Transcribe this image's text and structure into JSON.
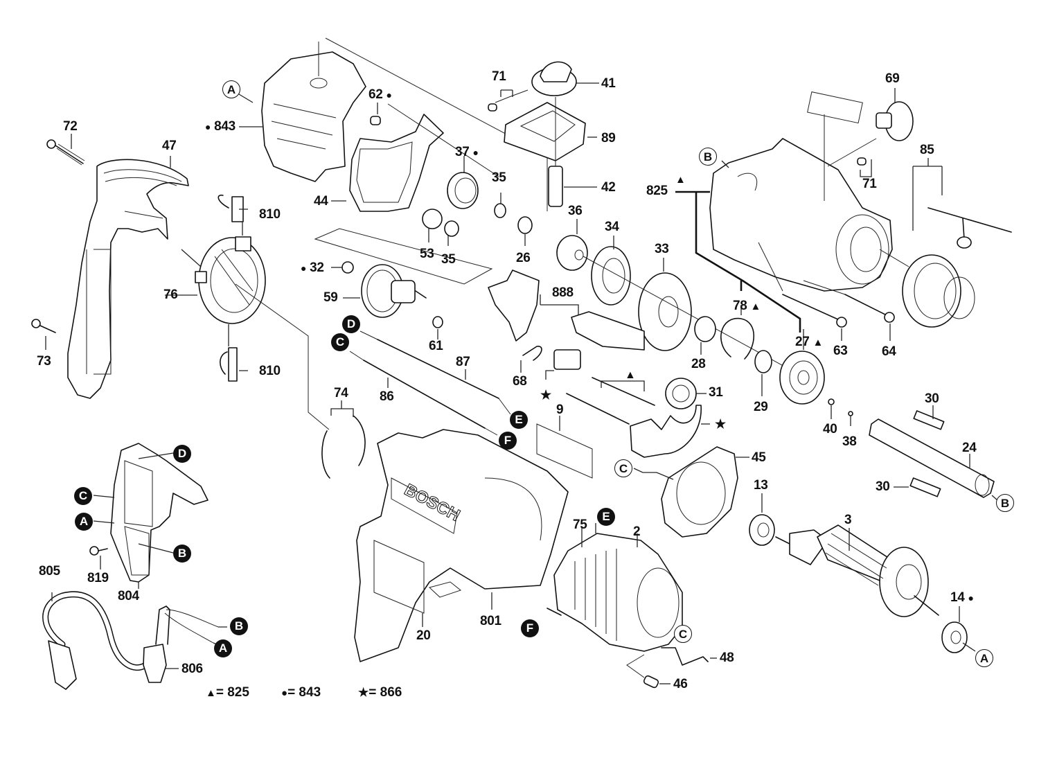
{
  "diagram": {
    "title": "Exploded parts diagram – Bosch impact drill",
    "brand_mark": "BOSCH",
    "part_labels": [
      {
        "id": "p72",
        "text": "72"
      },
      {
        "id": "p47",
        "text": "47"
      },
      {
        "id": "p73",
        "text": "73"
      },
      {
        "id": "p843",
        "text": "843",
        "marker": "circle"
      },
      {
        "id": "p810a",
        "text": "810"
      },
      {
        "id": "p76",
        "text": "76"
      },
      {
        "id": "p810b",
        "text": "810"
      },
      {
        "id": "p62",
        "text": "62",
        "marker": "circle"
      },
      {
        "id": "p44",
        "text": "44"
      },
      {
        "id": "p37",
        "text": "37",
        "marker": "circle"
      },
      {
        "id": "p35a",
        "text": "35"
      },
      {
        "id": "p53",
        "text": "53"
      },
      {
        "id": "p35b",
        "text": "35"
      },
      {
        "id": "p32",
        "text": "32",
        "marker": "circle"
      },
      {
        "id": "p59",
        "text": "59"
      },
      {
        "id": "p61",
        "text": "61"
      },
      {
        "id": "p71a",
        "text": "71"
      },
      {
        "id": "p41",
        "text": "41"
      },
      {
        "id": "p89",
        "text": "89"
      },
      {
        "id": "p42",
        "text": "42"
      },
      {
        "id": "p36",
        "text": "36"
      },
      {
        "id": "p26",
        "text": "26"
      },
      {
        "id": "p34",
        "text": "34"
      },
      {
        "id": "p33",
        "text": "33"
      },
      {
        "id": "p888",
        "text": "888"
      },
      {
        "id": "p68",
        "text": "68"
      },
      {
        "id": "p87",
        "text": "87"
      },
      {
        "id": "p86",
        "text": "86"
      },
      {
        "id": "p74",
        "text": "74"
      },
      {
        "id": "p9",
        "text": "9"
      },
      {
        "id": "p69",
        "text": "69"
      },
      {
        "id": "p85",
        "text": "85"
      },
      {
        "id": "p71b",
        "text": "71"
      },
      {
        "id": "p825",
        "text": "825",
        "marker": "triangle"
      },
      {
        "id": "p78",
        "text": "78",
        "marker": "triangle"
      },
      {
        "id": "p27",
        "text": "27",
        "marker": "triangle"
      },
      {
        "id": "p28",
        "text": "28"
      },
      {
        "id": "p29",
        "text": "29"
      },
      {
        "id": "p63",
        "text": "63"
      },
      {
        "id": "p64",
        "text": "64"
      },
      {
        "id": "p31",
        "text": "31"
      },
      {
        "id": "p40",
        "text": "40"
      },
      {
        "id": "p38",
        "text": "38"
      },
      {
        "id": "p30a",
        "text": "30"
      },
      {
        "id": "p24",
        "text": "24"
      },
      {
        "id": "p30b",
        "text": "30"
      },
      {
        "id": "p45",
        "text": "45"
      },
      {
        "id": "p13",
        "text": "13"
      },
      {
        "id": "p3",
        "text": "3"
      },
      {
        "id": "p14",
        "text": "14",
        "marker": "circle"
      },
      {
        "id": "p75",
        "text": "75"
      },
      {
        "id": "p2",
        "text": "2"
      },
      {
        "id": "p48",
        "text": "48"
      },
      {
        "id": "p46",
        "text": "46"
      },
      {
        "id": "p20",
        "text": "20"
      },
      {
        "id": "p801",
        "text": "801"
      },
      {
        "id": "p805",
        "text": "805"
      },
      {
        "id": "p819",
        "text": "819"
      },
      {
        "id": "p804",
        "text": "804"
      },
      {
        "id": "p806",
        "text": "806"
      }
    ],
    "connection_markers": {
      "open": [
        {
          "id": "A_top",
          "text": "A"
        },
        {
          "id": "B_head",
          "text": "B"
        },
        {
          "id": "C_bracket",
          "text": "C"
        },
        {
          "id": "B_spindle",
          "text": "B"
        },
        {
          "id": "C_stator",
          "text": "C"
        },
        {
          "id": "A_bearing",
          "text": "A"
        }
      ],
      "filled": [
        {
          "id": "D_wire",
          "text": "D"
        },
        {
          "id": "C_wire",
          "text": "C"
        },
        {
          "id": "E_wire",
          "text": "E"
        },
        {
          "id": "F_wire",
          "text": "F"
        },
        {
          "id": "D_switch",
          "text": "D"
        },
        {
          "id": "C_switch",
          "text": "C"
        },
        {
          "id": "A_switch",
          "text": "A"
        },
        {
          "id": "B_switch",
          "text": "B"
        },
        {
          "id": "E_stator",
          "text": "E"
        },
        {
          "id": "F_stator",
          "text": "F"
        },
        {
          "id": "B_cord",
          "text": "B"
        },
        {
          "id": "A_cord",
          "text": "A"
        }
      ]
    },
    "legend": [
      {
        "symbol": "triangle",
        "text": "= 825"
      },
      {
        "symbol": "circle",
        "text": "= 843"
      },
      {
        "symbol": "star",
        "text": "= 866"
      }
    ],
    "symbols": {
      "triangle": "▲",
      "circle": "●",
      "star": "★"
    }
  }
}
